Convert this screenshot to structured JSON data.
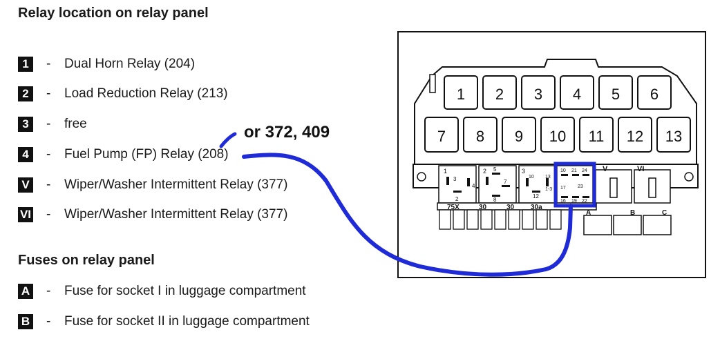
{
  "relays_section": {
    "title": "Relay location on relay panel",
    "items": [
      {
        "code": "1",
        "dash": "-",
        "label": "Dual Horn Relay (204)"
      },
      {
        "code": "2",
        "dash": "-",
        "label": "Load Reduction Relay (213)"
      },
      {
        "code": "3",
        "dash": "-",
        "label": "free"
      },
      {
        "code": "4",
        "dash": "-",
        "label": "Fuel Pump (FP) Relay (208)"
      },
      {
        "code": "V",
        "dash": "-",
        "label": "Wiper/Washer Intermittent Relay (377)"
      },
      {
        "code": "VI",
        "dash": "-",
        "label": "Wiper/Washer Intermittent Relay (377)"
      }
    ]
  },
  "fuses_section": {
    "title": "Fuses on relay panel",
    "items": [
      {
        "code": "A",
        "dash": "-",
        "label": "Fuse for socket I in luggage compartment"
      },
      {
        "code": "B",
        "dash": "-",
        "label": "Fuse for socket II in luggage compartment"
      }
    ]
  },
  "annotation": {
    "text": "or 372, 409",
    "color": "#1f2bd6"
  },
  "panel": {
    "top_slots": [
      "1",
      "2",
      "3",
      "4",
      "5",
      "6"
    ],
    "bottom_slots": [
      "7",
      "8",
      "9",
      "10",
      "11",
      "12",
      "13"
    ],
    "roman_slots": [
      "V",
      "VI"
    ],
    "strip_labels": [
      "75X",
      "30",
      "30",
      "30a"
    ],
    "fuse_labels": [
      "A",
      "B",
      "C"
    ],
    "socket_pins": [
      [
        "1",
        "3",
        "4",
        "2"
      ],
      [
        "2",
        "5",
        "7",
        "8"
      ],
      [
        "3",
        "10",
        "13",
        "1-3",
        "12"
      ],
      [
        "10",
        "21",
        "24",
        "17",
        "23",
        "16",
        "19",
        "22"
      ]
    ]
  }
}
